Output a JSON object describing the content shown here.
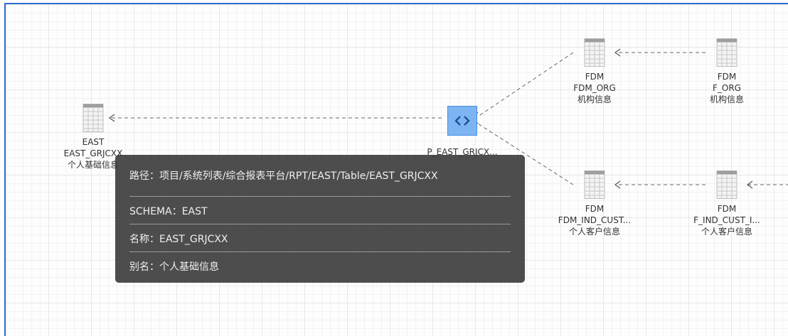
{
  "nodes": {
    "east": {
      "schema": "EAST",
      "table": "EAST_GRJCXX",
      "alias": "个人基础信息"
    },
    "process": {
      "name": "P_EAST_GRJCX..."
    },
    "fdm_org": {
      "schema": "FDM",
      "table": "FDM_ORG",
      "alias": "机构信息"
    },
    "f_org": {
      "schema": "FDM",
      "table": "F_ORG",
      "alias": "机构信息"
    },
    "fdm_ind_cust": {
      "schema": "FDM",
      "table": "FDM_IND_CUST...",
      "alias": "个人客户信息"
    },
    "f_ind_cust": {
      "schema": "FDM",
      "table": "F_IND_CUST_I...",
      "alias": "个人客户信息"
    }
  },
  "tooltip": {
    "path_label": "路径：",
    "path_value": "项目/系统列表/综合报表平台/RPT/EAST/Table/EAST_GRJCXX",
    "schema_label": "SCHEMA：",
    "schema_value": "EAST",
    "name_label": "名称：",
    "name_value": "EAST_GRJCXX",
    "alias_label": "别名：",
    "alias_value": "个人基础信息"
  },
  "icons": {
    "table": "table-grid-icon",
    "procedure": "code-brackets-icon"
  },
  "colors": {
    "frame_border": "#2f6fd6",
    "process_fill": "#7db4f2",
    "tooltip_bg": "#3a3a3a",
    "edge": "#666666"
  }
}
